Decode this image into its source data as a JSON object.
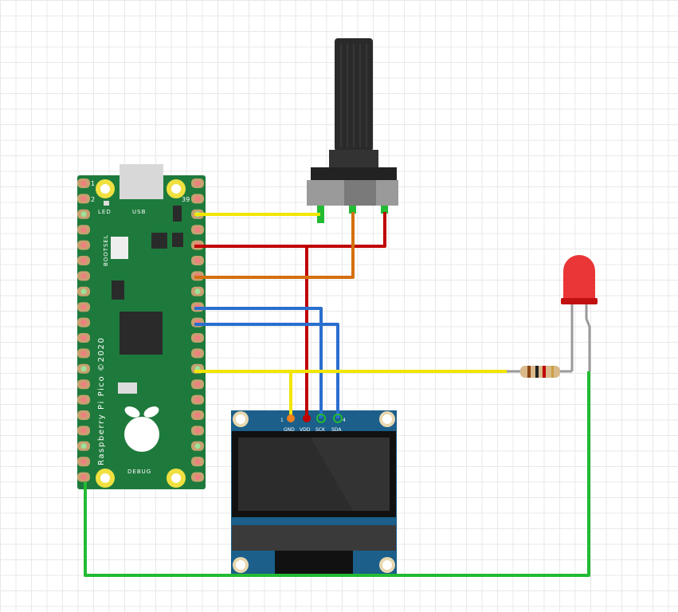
{
  "pico": {
    "name": "Raspberry Pi Pico ©2020",
    "pin1": "1",
    "pin2": "2",
    "pin39": "39",
    "led": "LED",
    "usb": "USB",
    "bootsel": "BOOTSEL",
    "debug": "DEBUG"
  },
  "oled": {
    "pin_first": "1",
    "pin_last": "4",
    "pins": [
      "GND",
      "VDD",
      "SCK",
      "SDA"
    ]
  },
  "colors": {
    "pcb": "#1e7a3c",
    "yellow": "#f2e600",
    "red": "#c00000",
    "orange": "#d4700f",
    "blue": "#2a6fcf",
    "green": "#22bb33",
    "oled_board": "#1b5f8a"
  }
}
